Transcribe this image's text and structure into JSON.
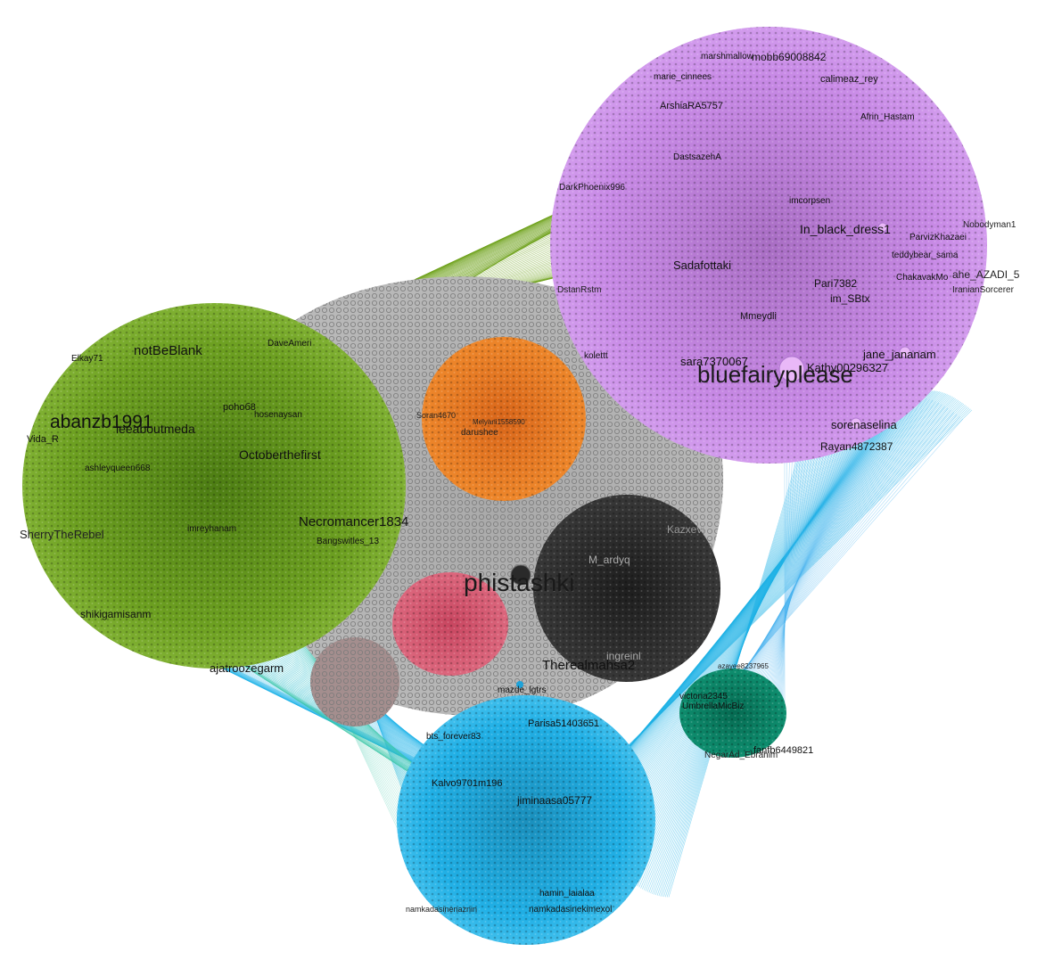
{
  "graph": {
    "background": "#ffffff",
    "clusters": [
      {
        "id": "purple",
        "color": "#c77ee6"
      },
      {
        "id": "green",
        "color": "#6fa31c"
      },
      {
        "id": "blue",
        "color": "#1fb4e8"
      },
      {
        "id": "black",
        "color": "#2b2b2b"
      },
      {
        "id": "orange",
        "color": "#e8781e"
      },
      {
        "id": "pink",
        "color": "#d9506a"
      },
      {
        "id": "teal",
        "color": "#0b8a6a"
      },
      {
        "id": "gray",
        "color": "#9e9e9e"
      },
      {
        "id": "graymini",
        "color": "#a08c8c"
      }
    ],
    "labels": {
      "bluefairyplease": "bluefairyplease",
      "phistashki": "phistashki",
      "abanzb1991": "abanzb1991",
      "necromancer1834": "Necromancer1834",
      "notbeblank": "notBeBlank",
      "therealmahsa2": "Therealmahsa2",
      "in_black_dress1": "In_black_dress1",
      "sadafottaki": "Sadafottaki",
      "jane_jananam": "jane_jananam",
      "sorenaselina": "sorenaselina",
      "rayan4872387": "Rayan4872387",
      "sara_kathy": "sara7370067",
      "kathy00296327": "Kathy00296327",
      "mobb": "mobb69008842",
      "calimeaz_rey": "calimeaz_rey",
      "pari7382": "Pari7382",
      "im_sbtx": "im_SBtx",
      "mmeydli": "Mmeydli",
      "azadi": "ahe_AZADI_5",
      "iraniansorcerer": "IranianSorcerer",
      "chakavak": "ChakavakMo",
      "parviz": "ParvizKhazaei",
      "nobodyman": "Nobodyman1",
      "teddybear": "teddybear_sama",
      "arshia": "ArshiaRA5757",
      "darkphoenix": "DarkPhoenix996",
      "dastsazeh": "DastsazehA",
      "imcorpsen": "imcorpsen",
      "afrin": "Afrin_Hastam",
      "maria_cinnees": "marie_cinnees",
      "marshmallow": "marshmallow",
      "dstanrstm": "DstanRstm",
      "kolet": "kolettt",
      "darushee": "darushee",
      "soran": "Soran4670",
      "melyani": "Melyani1558590",
      "leeabout": "leeaboutmeda",
      "vida": "Vida_R",
      "poho": "pohoб8",
      "october": "Octoberthefirst",
      "ashleyqueen": "ashleyqueen668",
      "sherry": "SherryTheRebel",
      "bangswitles": "Bangswitles_13",
      "ajatrooz": "ajatroozegarm",
      "shikigami": "shikigamisanm",
      "imreyhanam": "imreyhanam",
      "hosenaysan": "hosenaysan",
      "davemeri": "DaveAmeri",
      "elkay": "Elkay71",
      "jiminaasaz": "jiminaasa05777",
      "parisa": "Parisa51403651",
      "kalvo": "Kalvo9701m196",
      "nastaran": "namkadasinenaznin",
      "namkad": "namkadasinekimexol",
      "hamin": "hamin_laialaa",
      "nega": "NegarAd_Ebrahim",
      "victoria": "victoria2345",
      "umbrella": "UmbrellaMicBiz",
      "azuma": "azayee8237965",
      "fanfb": "fanfb6449821",
      "mazde": "mazde_lgtrs",
      "m_ardy": "M_ardyq",
      "kazxev": "Kazxevi",
      "ingreinl": "ingreinl",
      "bts": "bts_forever83"
    }
  }
}
